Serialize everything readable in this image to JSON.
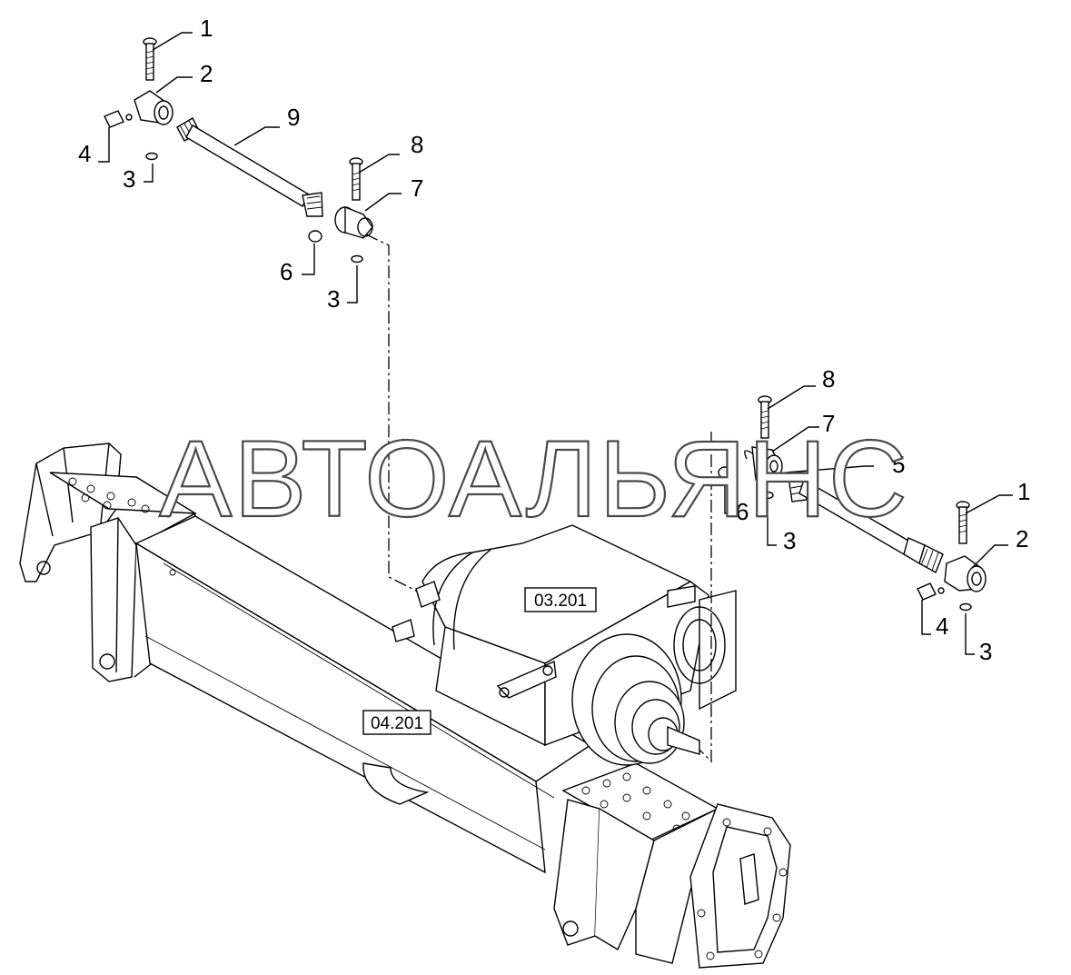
{
  "watermark": "АВТОАЛЬЯНС",
  "callouts": [
    {
      "id": "c1a",
      "label": "1"
    },
    {
      "id": "c2a",
      "label": "2"
    },
    {
      "id": "c4a",
      "label": "4"
    },
    {
      "id": "c3a",
      "label": "3"
    },
    {
      "id": "c9",
      "label": "9"
    },
    {
      "id": "c8a",
      "label": "8"
    },
    {
      "id": "c7a",
      "label": "7"
    },
    {
      "id": "c6a",
      "label": "6"
    },
    {
      "id": "c3b",
      "label": "3"
    },
    {
      "id": "c8b",
      "label": "8"
    },
    {
      "id": "c7b",
      "label": "7"
    },
    {
      "id": "c5",
      "label": "5"
    },
    {
      "id": "c6b",
      "label": "6"
    },
    {
      "id": "c3c",
      "label": "3"
    },
    {
      "id": "c1b",
      "label": "1"
    },
    {
      "id": "c2b",
      "label": "2"
    },
    {
      "id": "c4b",
      "label": "4"
    },
    {
      "id": "c3d",
      "label": "3"
    }
  ],
  "references": [
    {
      "id": "ref-03",
      "label": "03.201"
    },
    {
      "id": "ref-04",
      "label": "04.201"
    }
  ]
}
